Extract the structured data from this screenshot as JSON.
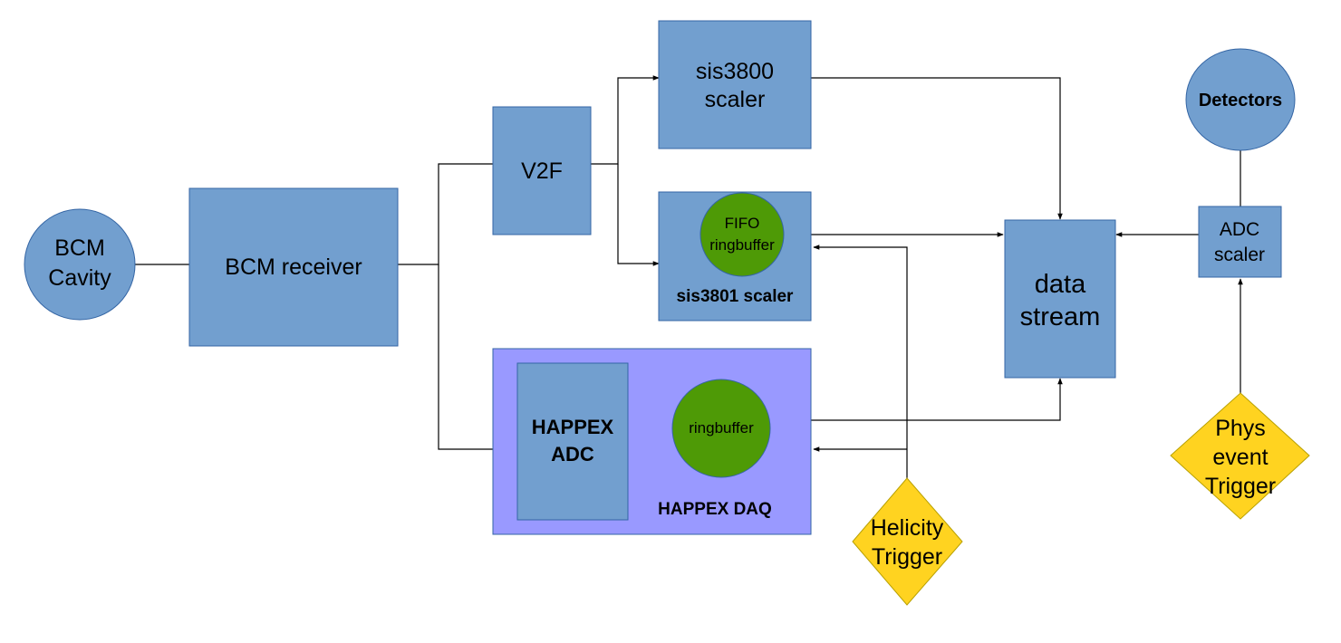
{
  "colors": {
    "box_fill": "#729fcf",
    "box_stroke": "#3465a4",
    "daq_fill": "#9999ff",
    "green_fill": "#4e9a06",
    "yellow_fill": "#ffd320",
    "yellow_stroke": "#b8a000",
    "line": "#000000"
  },
  "nodes": {
    "bcm_cavity": {
      "line1": "BCM",
      "line2": "Cavity"
    },
    "bcm_receiver": {
      "label": "BCM receiver"
    },
    "v2f": {
      "label": "V2F"
    },
    "sis3800": {
      "line1": "sis3800",
      "line2": "scaler"
    },
    "sis3801": {
      "label": "sis3801 scaler"
    },
    "fifo": {
      "line1": "FIFO",
      "line2": "ringbuffer"
    },
    "happex_daq": {
      "label": "HAPPEX DAQ"
    },
    "happex_adc": {
      "line1": "HAPPEX",
      "line2": "ADC"
    },
    "daq_ringbuffer": {
      "label": "ringbuffer"
    },
    "data_stream": {
      "line1": "data",
      "line2": "stream"
    },
    "detectors": {
      "label": "Detectors"
    },
    "adc_scaler": {
      "line1": "ADC",
      "line2": "scaler"
    },
    "helicity_trigger": {
      "line1": "Helicity",
      "line2": "Trigger"
    },
    "phys_trigger": {
      "line1": "Phys",
      "line2": "event",
      "line3": "Trigger"
    }
  }
}
